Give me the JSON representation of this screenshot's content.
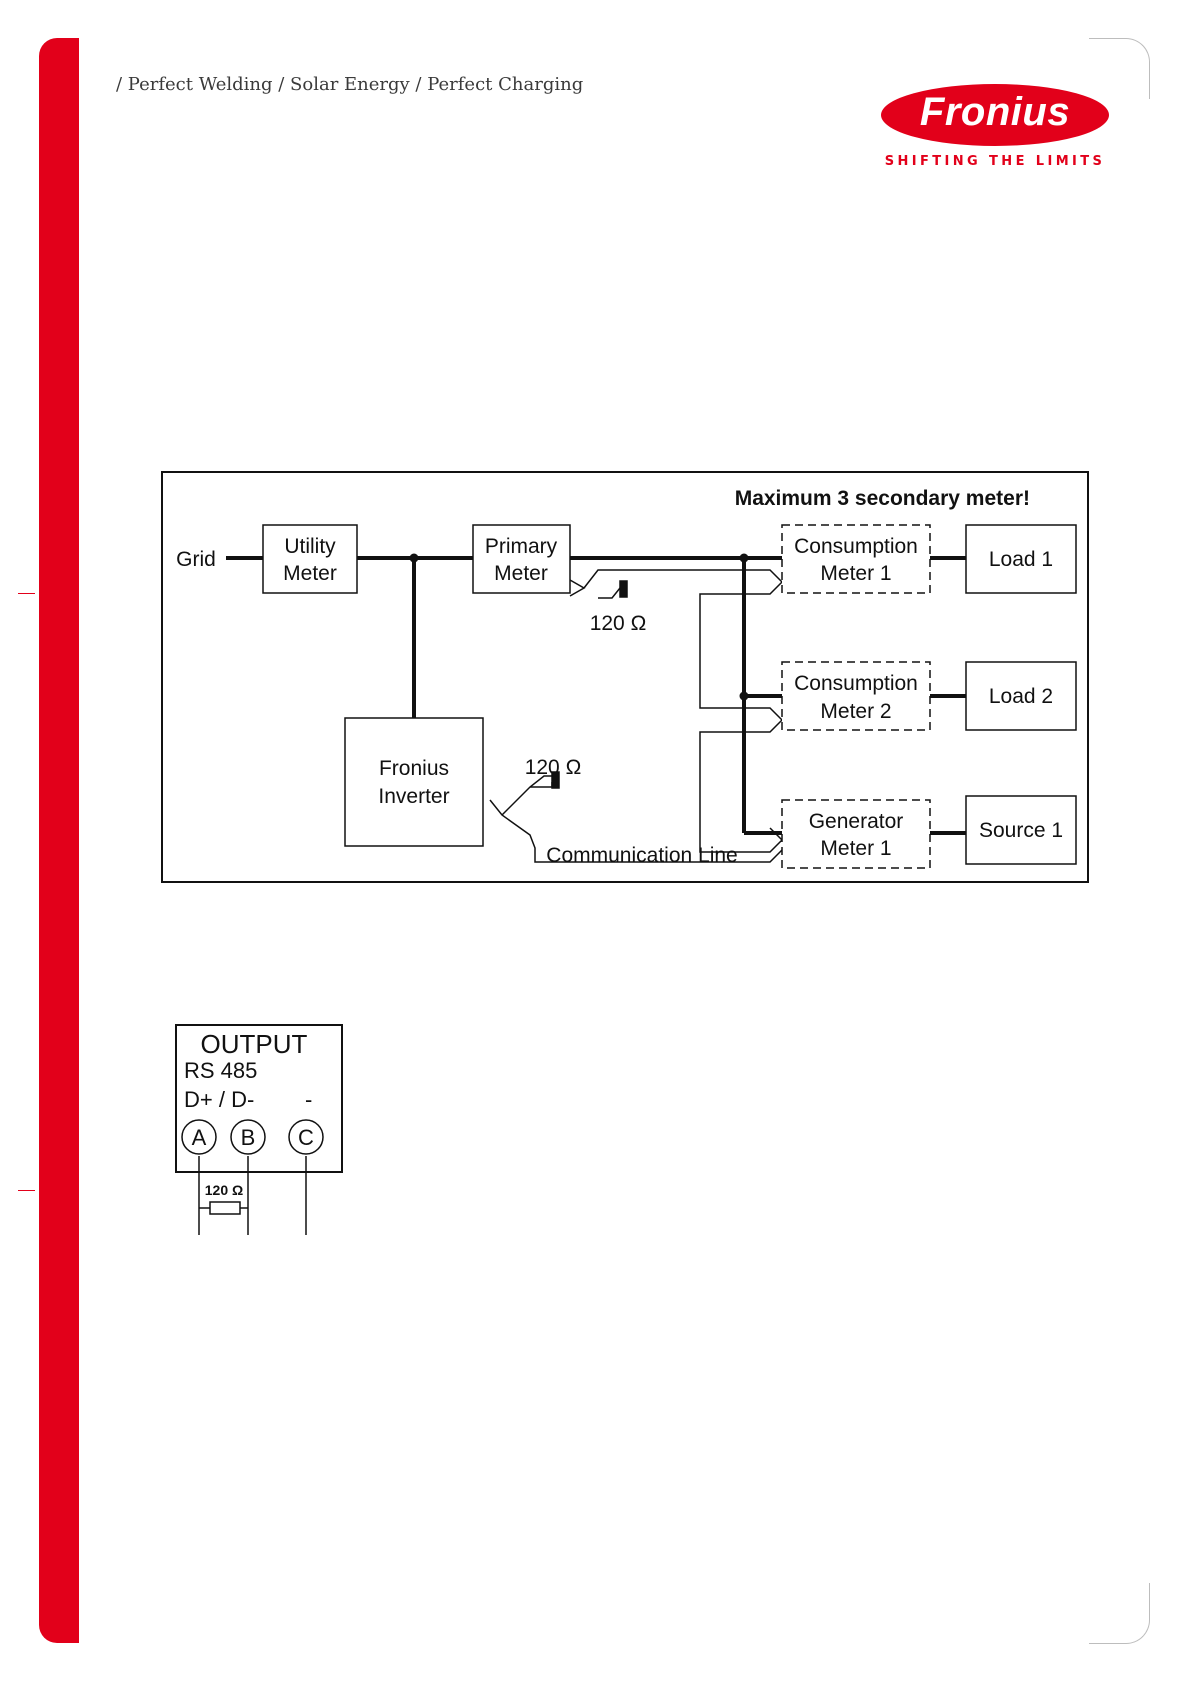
{
  "header": {
    "tagline": "/ Perfect Welding / Solar Energy / Perfect Charging",
    "brand": {
      "name": "Fronius",
      "slogan": "SHIFTING THE LIMITS",
      "color": "#e2001a"
    }
  },
  "diagram": {
    "heading": "Maximum 3 secondary meter!",
    "grid_label": "Grid",
    "utility_meter": {
      "line1": "Utility",
      "line2": "Meter"
    },
    "primary_meter": {
      "line1": "Primary",
      "line2": "Meter"
    },
    "inverter": {
      "line1": "Fronius",
      "line2": "Inverter"
    },
    "consumption_meter_1": {
      "line1": "Consumption",
      "line2": "Meter 1"
    },
    "consumption_meter_2": {
      "line1": "Consumption",
      "line2": "Meter 2"
    },
    "generator_meter_1": {
      "line1": "Generator",
      "line2": "Meter 1"
    },
    "load_1": "Load 1",
    "load_2": "Load 2",
    "source_1": "Source 1",
    "termination_1": "120 Ω",
    "termination_2": "120 Ω",
    "communication_line": "Communication Line"
  },
  "wiring": {
    "title": "OUTPUT",
    "bus": "RS 485",
    "pins": "D+ / D-",
    "pin_c_label": "-",
    "terminal_a": "A",
    "terminal_b": "B",
    "terminal_c": "C",
    "resistor": "120 Ω"
  }
}
